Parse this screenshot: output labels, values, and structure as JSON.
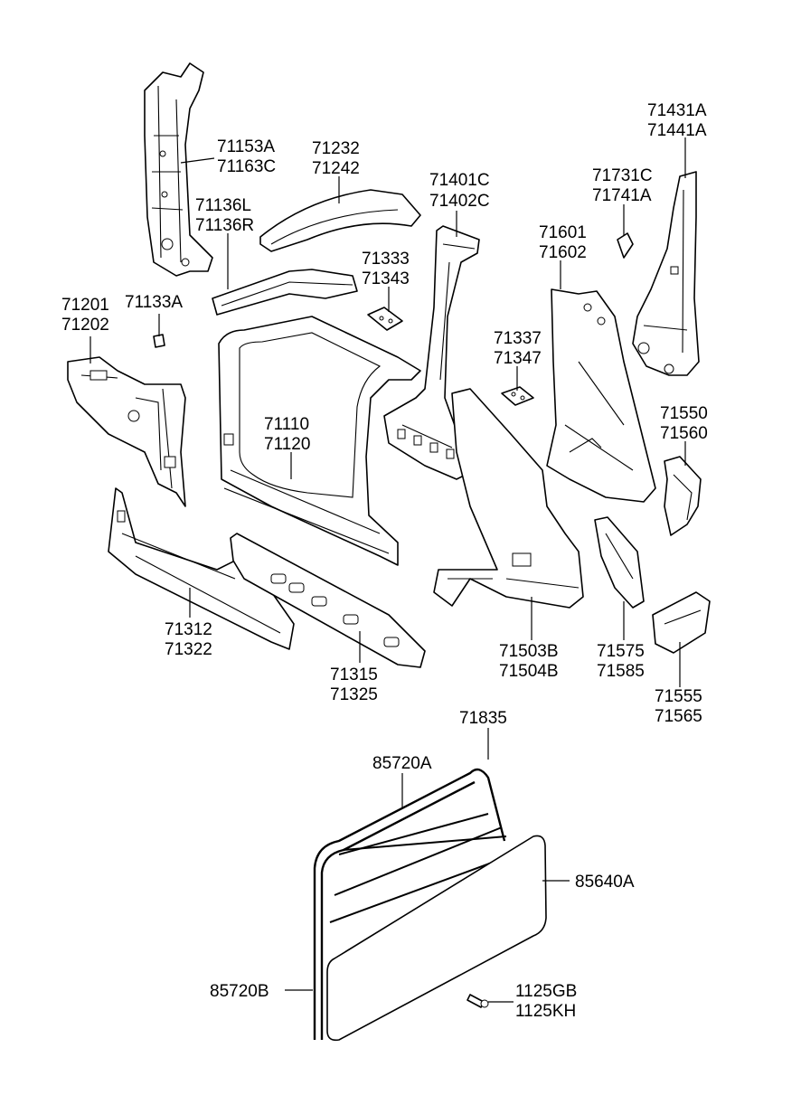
{
  "labels": {
    "l71153a": "71153A",
    "l71163c": "71163C",
    "l71232": "71232",
    "l71242": "71242",
    "l71136l": "71136L",
    "l71136r": "71136R",
    "l71401c": "71401C",
    "l71402c": "71402C",
    "l71431a": "71431A",
    "l71441a": "71441A",
    "l71731c": "71731C",
    "l71741a": "71741A",
    "l71601": "71601",
    "l71602": "71602",
    "l71333": "71333",
    "l71343": "71343",
    "l71201": "71201",
    "l71202": "71202",
    "l71133a": "71133A",
    "l71337": "71337",
    "l71347": "71347",
    "l71110": "71110",
    "l71120": "71120",
    "l71550": "71550",
    "l71560": "71560",
    "l71312": "71312",
    "l71322": "71322",
    "l71315": "71315",
    "l71325": "71325",
    "l71503b": "71503B",
    "l71504b": "71504B",
    "l71575": "71575",
    "l71585": "71585",
    "l71555": "71555",
    "l71565": "71565",
    "l71835": "71835",
    "l85720a": "85720A",
    "l85640a": "85640A",
    "l85720b": "85720B",
    "l1125gb": "1125GB",
    "l1125kh": "1125KH"
  }
}
